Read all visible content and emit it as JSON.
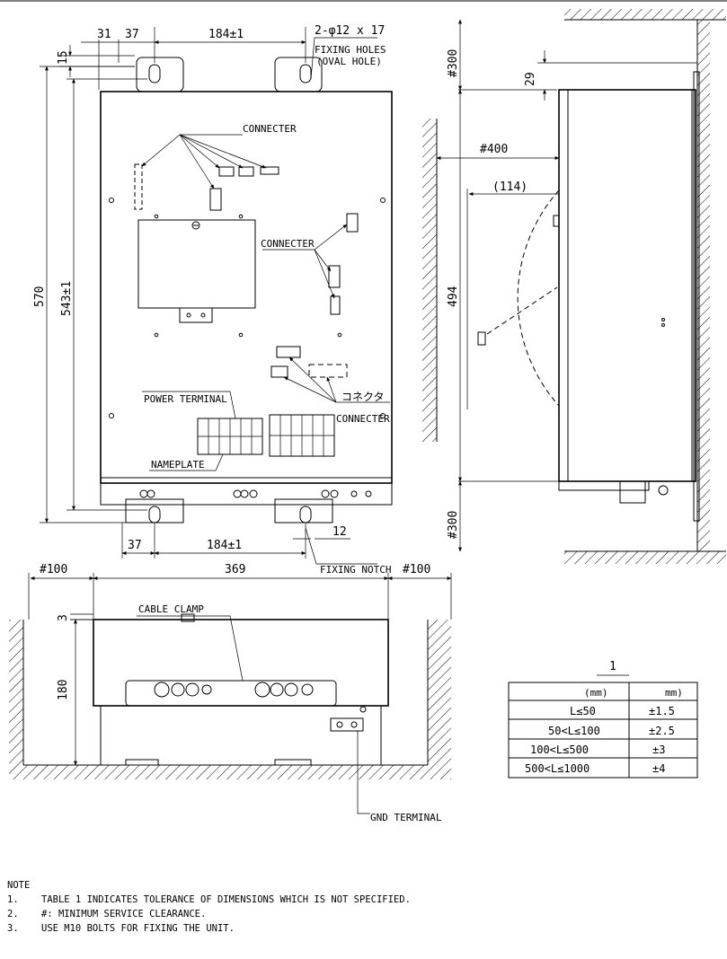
{
  "dims": {
    "top_left_offset_a": "31",
    "top_left_offset_b": "37",
    "top_hole_pitch": "184±1",
    "fixing_hole_size": "2-φ12 x 17",
    "top_margin": "15",
    "overall_height": "570",
    "hole_pitch_vertical": "543±1",
    "bottom_left_offset": "37",
    "bottom_hole_pitch": "184±1",
    "notch_width": "12",
    "width": "369",
    "clear_left": "#100",
    "clear_right": "#100",
    "depth_gap": "3",
    "depth": "180",
    "side_top_clear": "#300",
    "side_offset": "29",
    "side_depth_clear": "#400",
    "door_swing": "(114)",
    "side_height": "494",
    "side_bottom_clear": "#300"
  },
  "labels": {
    "fixing_holes": "FIXING HOLES",
    "oval_hole": "(OVAL HOLE)",
    "connecter_1": "CONNECTER",
    "connecter_2": "CONNECTER",
    "connecter_jp": "コネクタ",
    "connecter_3": "CONNECTER",
    "power_terminal": "POWER TERMINAL",
    "nameplate": "NAMEPLATE",
    "fixing_notch": "FIXING NOTCH",
    "cable_clamp": "CABLE CLAMP",
    "gnd_terminal": "GND TERMINAL"
  },
  "tolerance_table": {
    "number": "1",
    "header_left": "(mm)",
    "header_right": "mm)",
    "rows": [
      {
        "range": "L≤50",
        "tol": "±1.5"
      },
      {
        "range": "50<L≤100",
        "tol": "±2.5"
      },
      {
        "range": "100<L≤500",
        "tol": "±3"
      },
      {
        "range": "500<L≤1000",
        "tol": "±4"
      }
    ]
  },
  "notes": {
    "title": "NOTE",
    "items": [
      {
        "num": "1.",
        "text": "TABLE 1 INDICATES TOLERANCE OF DIMENSIONS WHICH IS NOT SPECIFIED."
      },
      {
        "num": "2.",
        "text": "#: MINIMUM SERVICE CLEARANCE."
      },
      {
        "num": "3.",
        "text": "USE M10 BOLTS FOR FIXING THE UNIT."
      }
    ]
  }
}
